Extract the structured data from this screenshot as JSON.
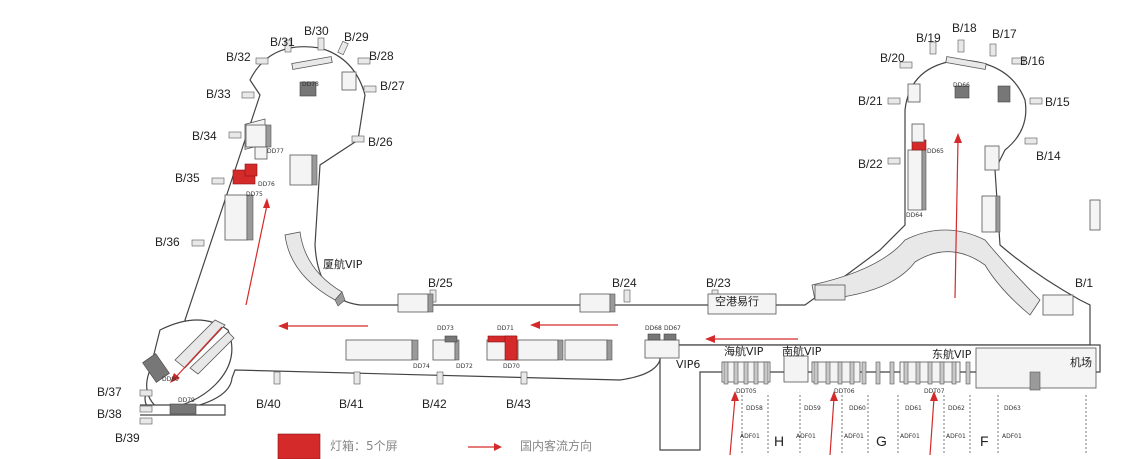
{
  "gates": [
    "B/31",
    "B/30",
    "B/29",
    "B/28",
    "B/32",
    "B/27",
    "B/33",
    "B/34",
    "B/26",
    "B/35",
    "B/36",
    "B/37",
    "B/38",
    "B/39",
    "B/40",
    "B/41",
    "B/42",
    "B/43",
    "B/25",
    "B/24",
    "B/23",
    "B/19",
    "B/18",
    "B/17",
    "B/20",
    "B/16",
    "B/21",
    "B/15",
    "B/22",
    "B/14",
    "B/1"
  ],
  "displays": [
    "DD78",
    "DD77",
    "DD76",
    "DD75",
    "DD80",
    "DD79",
    "DD73",
    "DD74",
    "DD72",
    "DD71",
    "DD70",
    "DD68",
    "DD67",
    "DD66",
    "DD65",
    "DD64",
    "DDT05",
    "DD58",
    "DD59",
    "DDT06",
    "DD60",
    "DD61",
    "DDT07",
    "DD62",
    "DD63"
  ],
  "adf": [
    "ADF01",
    "ADF01",
    "ADF01",
    "ADF01",
    "ADF01",
    "ADF01"
  ],
  "zones": {
    "xiamen_vip": "厦航VIP",
    "airport_easy": "空港易行",
    "vip6": "VIP6",
    "hainan_vip": "海航VIP",
    "china_southern_vip": "南航VIP",
    "china_eastern_vip": "东航VIP",
    "airport": "机场",
    "area_h": "H",
    "area_g": "G",
    "area_f": "F"
  },
  "legend": {
    "lightbox": "灯箱：5个屏",
    "flow": "国内客流方向"
  },
  "colors": {
    "highlight": "#d42a2a",
    "legend_text": "#888888"
  }
}
